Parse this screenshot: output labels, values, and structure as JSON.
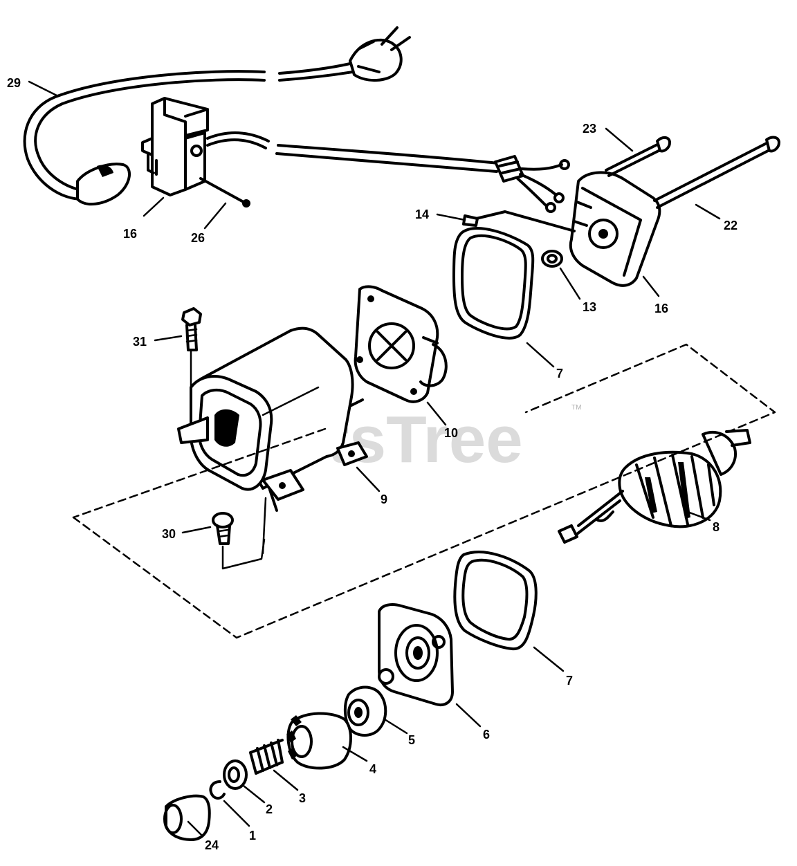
{
  "watermark": {
    "text": "PartsTree",
    "mark": "TM"
  },
  "callouts": [
    {
      "id": "c29",
      "label": "29"
    },
    {
      "id": "c16a",
      "label": "16"
    },
    {
      "id": "c26",
      "label": "26"
    },
    {
      "id": "c23",
      "label": "23"
    },
    {
      "id": "c14",
      "label": "14"
    },
    {
      "id": "c22",
      "label": "22"
    },
    {
      "id": "c13",
      "label": "13"
    },
    {
      "id": "c16b",
      "label": "16"
    },
    {
      "id": "c31",
      "label": "31"
    },
    {
      "id": "c7a",
      "label": "7"
    },
    {
      "id": "c10",
      "label": "10"
    },
    {
      "id": "c9",
      "label": "9"
    },
    {
      "id": "c30",
      "label": "30"
    },
    {
      "id": "c8",
      "label": "8"
    },
    {
      "id": "c7b",
      "label": "7"
    },
    {
      "id": "c6",
      "label": "6"
    },
    {
      "id": "c5",
      "label": "5"
    },
    {
      "id": "c4",
      "label": "4"
    },
    {
      "id": "c3",
      "label": "3"
    },
    {
      "id": "c2",
      "label": "2"
    },
    {
      "id": "c1",
      "label": "1"
    },
    {
      "id": "c24",
      "label": "24"
    }
  ]
}
